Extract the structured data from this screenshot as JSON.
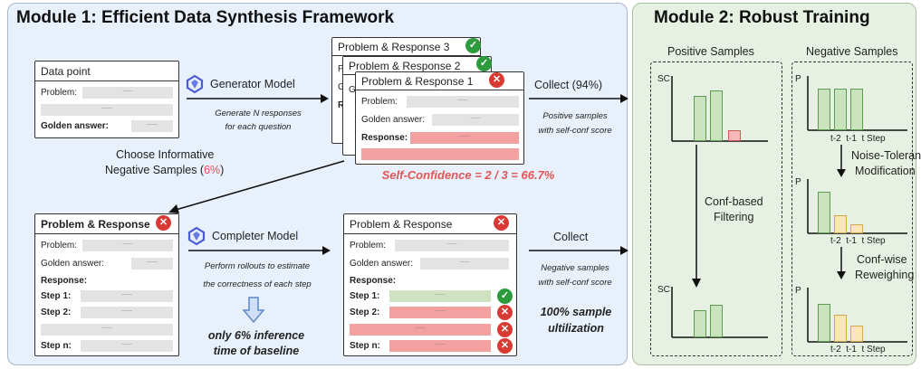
{
  "module1": {
    "title": "Module 1: Efficient Data Synthesis Framework",
    "data_point": {
      "header": "Data point",
      "problem": "Problem:",
      "golden": "Golden answer:",
      "dots": "......"
    },
    "generator": {
      "name": "Generator Model",
      "caption": [
        "Generate N responses",
        "for each question"
      ]
    },
    "stack": {
      "card3": "Problem & Response 3",
      "card2": "Problem & Response 2",
      "card1": "Problem & Response 1",
      "problem": "Problem:",
      "golden": "Golden answer:",
      "response": "Response:",
      "peek1": "Pr",
      "peek2": "Go",
      "peek3": "Re"
    },
    "self_conf": "Self-Confidence = 2 / 3 = 66.7%",
    "collect_top": {
      "label": "Collect (94%)",
      "caption": [
        "Positive samples",
        "with self-conf score"
      ]
    },
    "choose": {
      "line1": "Choose Informative",
      "line2_pre": "Negative Samples (",
      "pct": "6%",
      "line2_post": ")"
    },
    "pr_left": {
      "header": "Problem & Response",
      "problem": "Problem:",
      "golden": "Golden answer:",
      "response": "Response:",
      "step1": "Step 1:",
      "step2": "Step 2:",
      "stepn": "Step n:"
    },
    "completer": {
      "name": "Completer Model",
      "caption": [
        "Perform rollouts to estimate",
        "the correctness of each step"
      ]
    },
    "inference": [
      "only 6% inference",
      "time of baseline"
    ],
    "pr_right": {
      "header": "Problem & Response",
      "problem": "Problem:",
      "golden": "Golden answer:",
      "response": "Response:",
      "step1": "Step 1:",
      "step2": "Step 2:",
      "stepn": "Step n:"
    },
    "collect_bottom": {
      "label": "Collect",
      "caption": [
        "Negative samples",
        "with self-conf score"
      ]
    },
    "utilization": [
      "100% sample",
      "ultilization"
    ]
  },
  "module2": {
    "title": "Module 2: Robust Training",
    "positive_title": "Positive Samples",
    "negative_title": "Negative Samples",
    "sc": "SC",
    "p": "P",
    "filter": [
      "Conf-based",
      "Filtering"
    ],
    "noise": [
      "Noise-Tolerant",
      "Modification"
    ],
    "reweigh": [
      "Conf-wise",
      "Reweighing"
    ],
    "ticks": {
      "t2": "t-2",
      "t1": "t-1",
      "t": "t",
      "step": "Step"
    }
  },
  "colors": {
    "accent_red": "#e05555",
    "check_green": "#2e9a3e",
    "x_red": "#d83b33",
    "module1_bg": "#e8f0fb",
    "module2_bg": "#e7f1e3"
  },
  "icons": [
    "generator-logo-icon",
    "completer-logo-icon",
    "check-icon",
    "x-icon",
    "down-arrow-icon"
  ]
}
